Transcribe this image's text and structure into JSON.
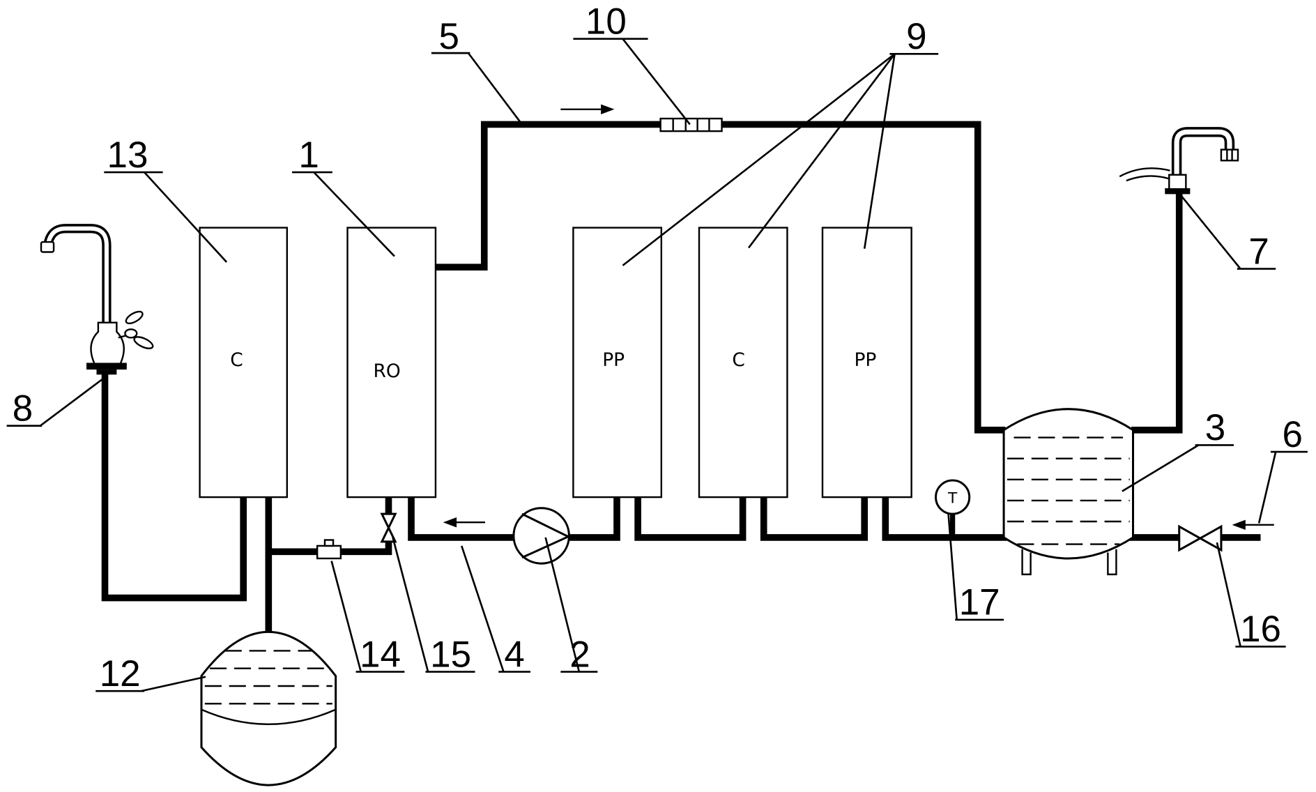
{
  "filters": {
    "post_carbon": {
      "label": "C"
    },
    "ro": {
      "label": "RO"
    },
    "pp_first": {
      "label": "PP"
    },
    "carbon": {
      "label": "C"
    },
    "pp_second": {
      "label": "PP"
    }
  },
  "gauge": {
    "label": "T"
  },
  "callouts": {
    "ro_filter": "1",
    "pump": "2",
    "raw_tank": "3",
    "feed_pipe": "4",
    "return_pipe": "5",
    "inlet": "6",
    "right_faucet": "7",
    "left_faucet": "8",
    "pre_filters": "9",
    "flow_restrictor": "10",
    "pressure_tank": "12",
    "post_filter": "13",
    "check_valve": "14",
    "valve": "15",
    "inlet_valve": "16",
    "temperature_sensor": "17"
  }
}
